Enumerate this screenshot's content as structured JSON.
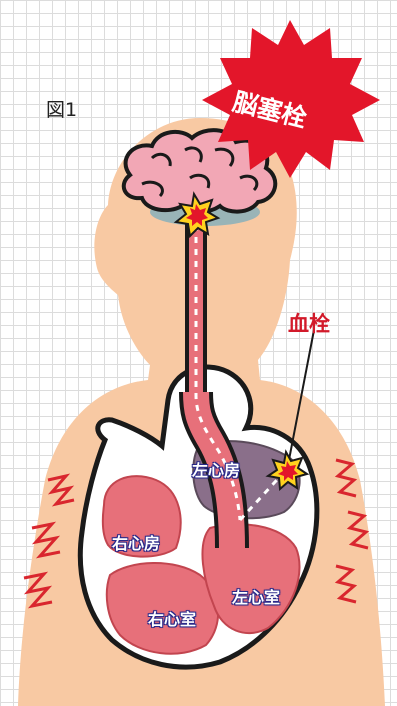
{
  "figure_label": "図1",
  "stroke_burst": {
    "text": "脳塞栓",
    "color": "#e3162a"
  },
  "thrombus_label": {
    "text": "血栓",
    "color": "#d21a2a"
  },
  "chambers": {
    "left_atrium": "左心房",
    "right_atrium": "右心房",
    "left_ventricle": "左心室",
    "right_ventricle": "右心室"
  },
  "colors": {
    "skin": "#f8c9a3",
    "heart": "#e7707a",
    "brain": "#f2a7b5",
    "vessel_glow": "#4aa3c8",
    "vibration_lines": "#d9262e"
  },
  "icons": {
    "brain": "brain-icon",
    "heart": "heart-icon",
    "embolus": "star-burst-icon"
  }
}
